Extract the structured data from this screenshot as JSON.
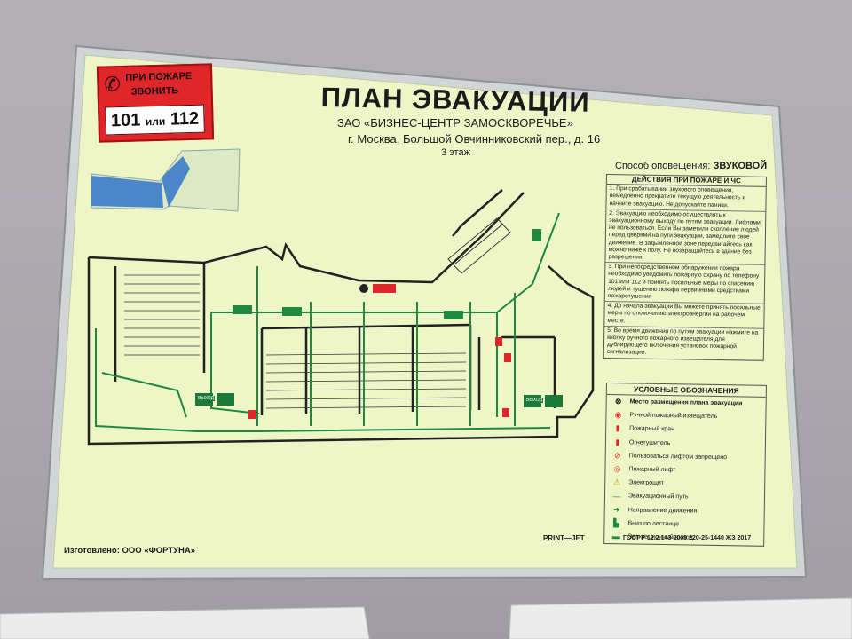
{
  "colors": {
    "sign": "#eef6c8",
    "frame": "#c9cbcd",
    "route": "#1f8a3e",
    "fire": "#e0262b",
    "wall": "#a8a6ab"
  },
  "fire_box": {
    "line1": "ПРИ ПОЖАРЕ",
    "line2": "ЗВОНИТЬ",
    "num1": "101",
    "or": "или",
    "num2": "112",
    "icon": "phone-icon"
  },
  "title": "ПЛАН ЭВАКУАЦИИ",
  "org": "ЗАО «БИЗНЕС-ЦЕНТР ЗАМОСКВОРЕЧЬЕ»",
  "address": "г. Москва, Большой Овчинниковский пер., д. 16",
  "floor": "3 этаж",
  "alert": {
    "label": "Способ оповещения:",
    "value": "ЗВУКОВОЙ"
  },
  "actions": {
    "header": "ДЕЙСТВИЯ ПРИ ПОЖАРЕ И ЧС",
    "items": [
      "1. При срабатывании звукового оповещения, немедленно прекратите текущую деятельность и начните эвакуацию. Не допускайте паники.",
      "2. Эвакуацию необходимо осуществлять к эвакуационному выходу по путям эвакуации. Лифтами не пользоваться. Если Вы заметили скопление людей перед дверями на пути эвакуации, замедлите свое движение. В задымленной зоне передвигайтесь как можно ниже к полу. Не возвращайтесь в здание без разрешения.",
      "3. При непосредственном обнаружении пожара необходимо уведомить пожарную охрану по телефону 101 или 112 и принять посильные меры по спасению людей и тушению пожара первичными средствами пожаротушения",
      "4. До начала эвакуации Вы можете принять посильные меры по отключению электроэнергии на рабочем месте.",
      "5. Во время движения по путям эвакуации нажмите на кнопку ручного пожарного извещателя для дублирующего включения установок пожарной сигнализации."
    ]
  },
  "legend": {
    "header": "УСЛОВНЫЕ ОБОЗНАЧЕНИЯ",
    "items": [
      {
        "icon": "plan-location-icon",
        "label": "Место размещения плана эвакуации"
      },
      {
        "icon": "manual-fire-alarm-icon",
        "label": "Ручной пожарный извещатель"
      },
      {
        "icon": "fire-hydrant-icon",
        "label": "Пожарный кран"
      },
      {
        "icon": "fire-extinguisher-icon",
        "label": "Огнетушитель"
      },
      {
        "icon": "no-elevator-icon",
        "label": "Пользоваться лифтом запрещено"
      },
      {
        "icon": "fire-elevator-icon",
        "label": "Пожарный лифт"
      },
      {
        "icon": "electrical-panel-icon",
        "label": "Электрощит"
      },
      {
        "icon": "evacuation-route-icon",
        "label": "Эвакуационный путь"
      },
      {
        "icon": "direction-arrow-icon",
        "label": "Направление движения"
      },
      {
        "icon": "stairs-down-icon",
        "label": "Вниз по лестнице"
      },
      {
        "icon": "exit-sign-icon",
        "label": "Эвакуационный выход"
      }
    ]
  },
  "plan": {
    "exit1": "ВЫХОД",
    "exit2": "ВЫХОД"
  },
  "footer": {
    "maker": "Изготовлено: ООО «ФОРТУНА»",
    "brand": "PRINT—JET",
    "gost": "ГОСТ Р 12.2.143-2009 220-25-1440 ЖЗ 2017"
  }
}
